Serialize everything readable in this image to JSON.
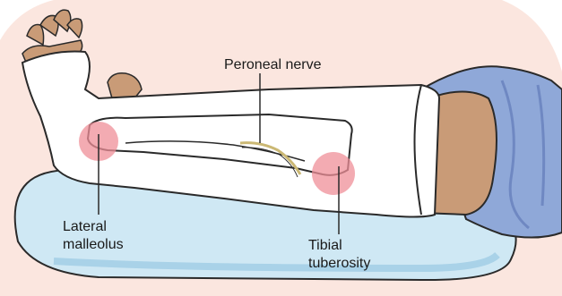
{
  "labels": {
    "peroneal_nerve": "Peroneal nerve",
    "lateral_malleolus": [
      "Lateral",
      "malleolus"
    ],
    "tibial_tuberosity": [
      "Tibial",
      "tuberosity"
    ]
  },
  "colors": {
    "background_arc": "#fbe6df",
    "cast_fill": "#ffffff",
    "outline": "#2a2a2a",
    "skin": "#c99b77",
    "pad_fill": "#cfe8f4",
    "pad_shadow": "#a9d2e8",
    "pressure_point": "#ef8f98",
    "nerve": "#cbb874",
    "garment": "#8fa8d8",
    "garment_shadow": "#6f88c2"
  }
}
